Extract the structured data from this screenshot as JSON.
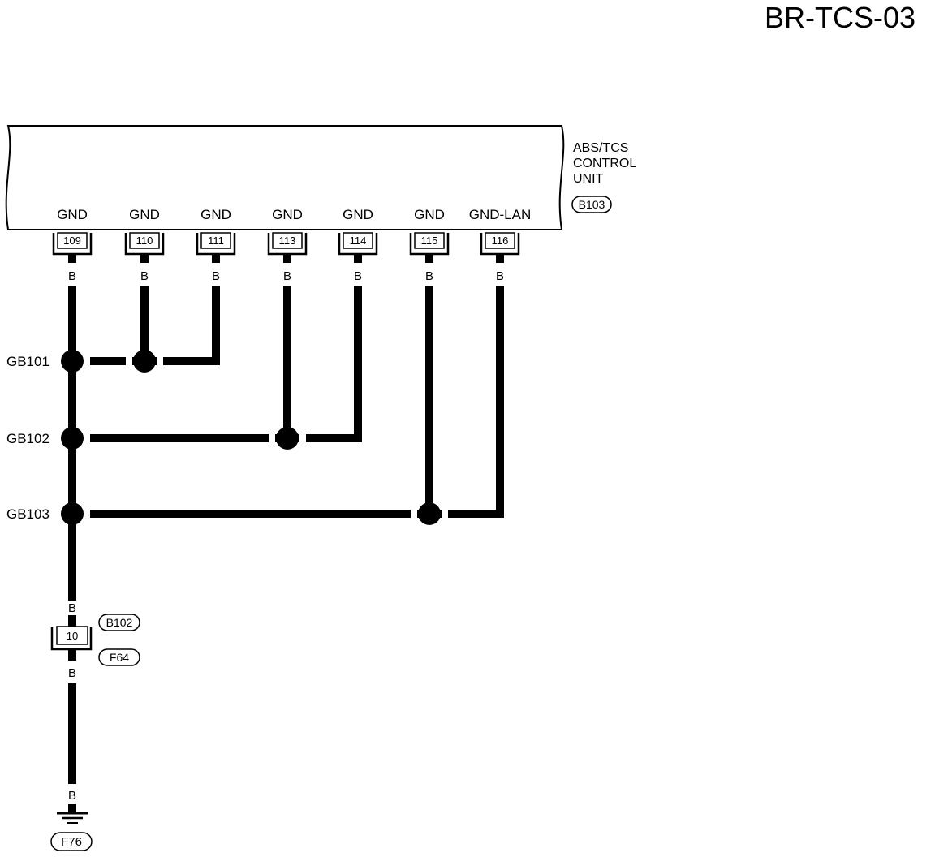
{
  "page_code": "BR-TCS-03",
  "control_unit": {
    "name_lines": [
      "ABS/TCS",
      "CONTROL",
      "UNIT"
    ],
    "connector": "B103",
    "pins": [
      {
        "signal": "GND",
        "pin": "109",
        "wire_color": "B"
      },
      {
        "signal": "GND",
        "pin": "110",
        "wire_color": "B"
      },
      {
        "signal": "GND",
        "pin": "111",
        "wire_color": "B"
      },
      {
        "signal": "GND",
        "pin": "113",
        "wire_color": "B"
      },
      {
        "signal": "GND",
        "pin": "114",
        "wire_color": "B"
      },
      {
        "signal": "GND",
        "pin": "115",
        "wire_color": "B"
      },
      {
        "signal": "GND-LAN",
        "pin": "116",
        "wire_color": "B"
      }
    ]
  },
  "splices": [
    "GB101",
    "GB102",
    "GB103"
  ],
  "joint_connector": {
    "pin": "10",
    "upper_connector": "B102",
    "lower_connector": "F64",
    "wire_color_above": "B",
    "wire_color_below": "B"
  },
  "ground": {
    "wire_color": "B",
    "label": "F76"
  }
}
